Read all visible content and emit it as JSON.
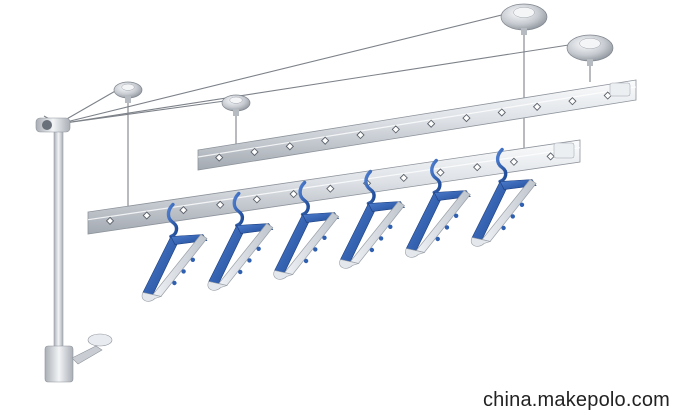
{
  "watermark": {
    "text": "china.makepolo.com"
  },
  "scene": {
    "subject": "ceiling-mounted-clothes-drying-rack",
    "bars": 2,
    "ceiling_pulleys": 4,
    "hangers": 6,
    "crank_handles": 1
  },
  "colors": {
    "background": "#ffffff",
    "aluminium_light": "#f6f7f9",
    "aluminium_mid": "#cfd3d9",
    "aluminium_dark": "#9aa0a8",
    "hanger_blue": "#2f5fb0",
    "hanger_grey": "#d6dbe2",
    "cable": "#7d8289",
    "pulley": "#c2c6cc",
    "watermark_text": "#222222"
  },
  "icons": [
    "pulley-icon",
    "crank-handle-icon",
    "bracket-icon"
  ]
}
